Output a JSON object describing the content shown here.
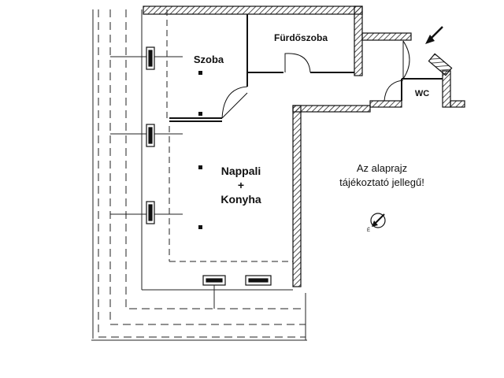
{
  "rooms": {
    "szoba": "Szoba",
    "furdoszoba": "Fürdőszoba",
    "wc": "WC",
    "nappali_line1": "Nappali",
    "nappali_line2": "+",
    "nappali_line3": "Konyha"
  },
  "note": {
    "line1": "Az alaprajz",
    "line2": "tájékoztató jellegű!"
  },
  "compass": {
    "letter": "É"
  },
  "icons": {
    "entrance": "entrance-arrow-icon",
    "compass": "north-compass-icon"
  }
}
